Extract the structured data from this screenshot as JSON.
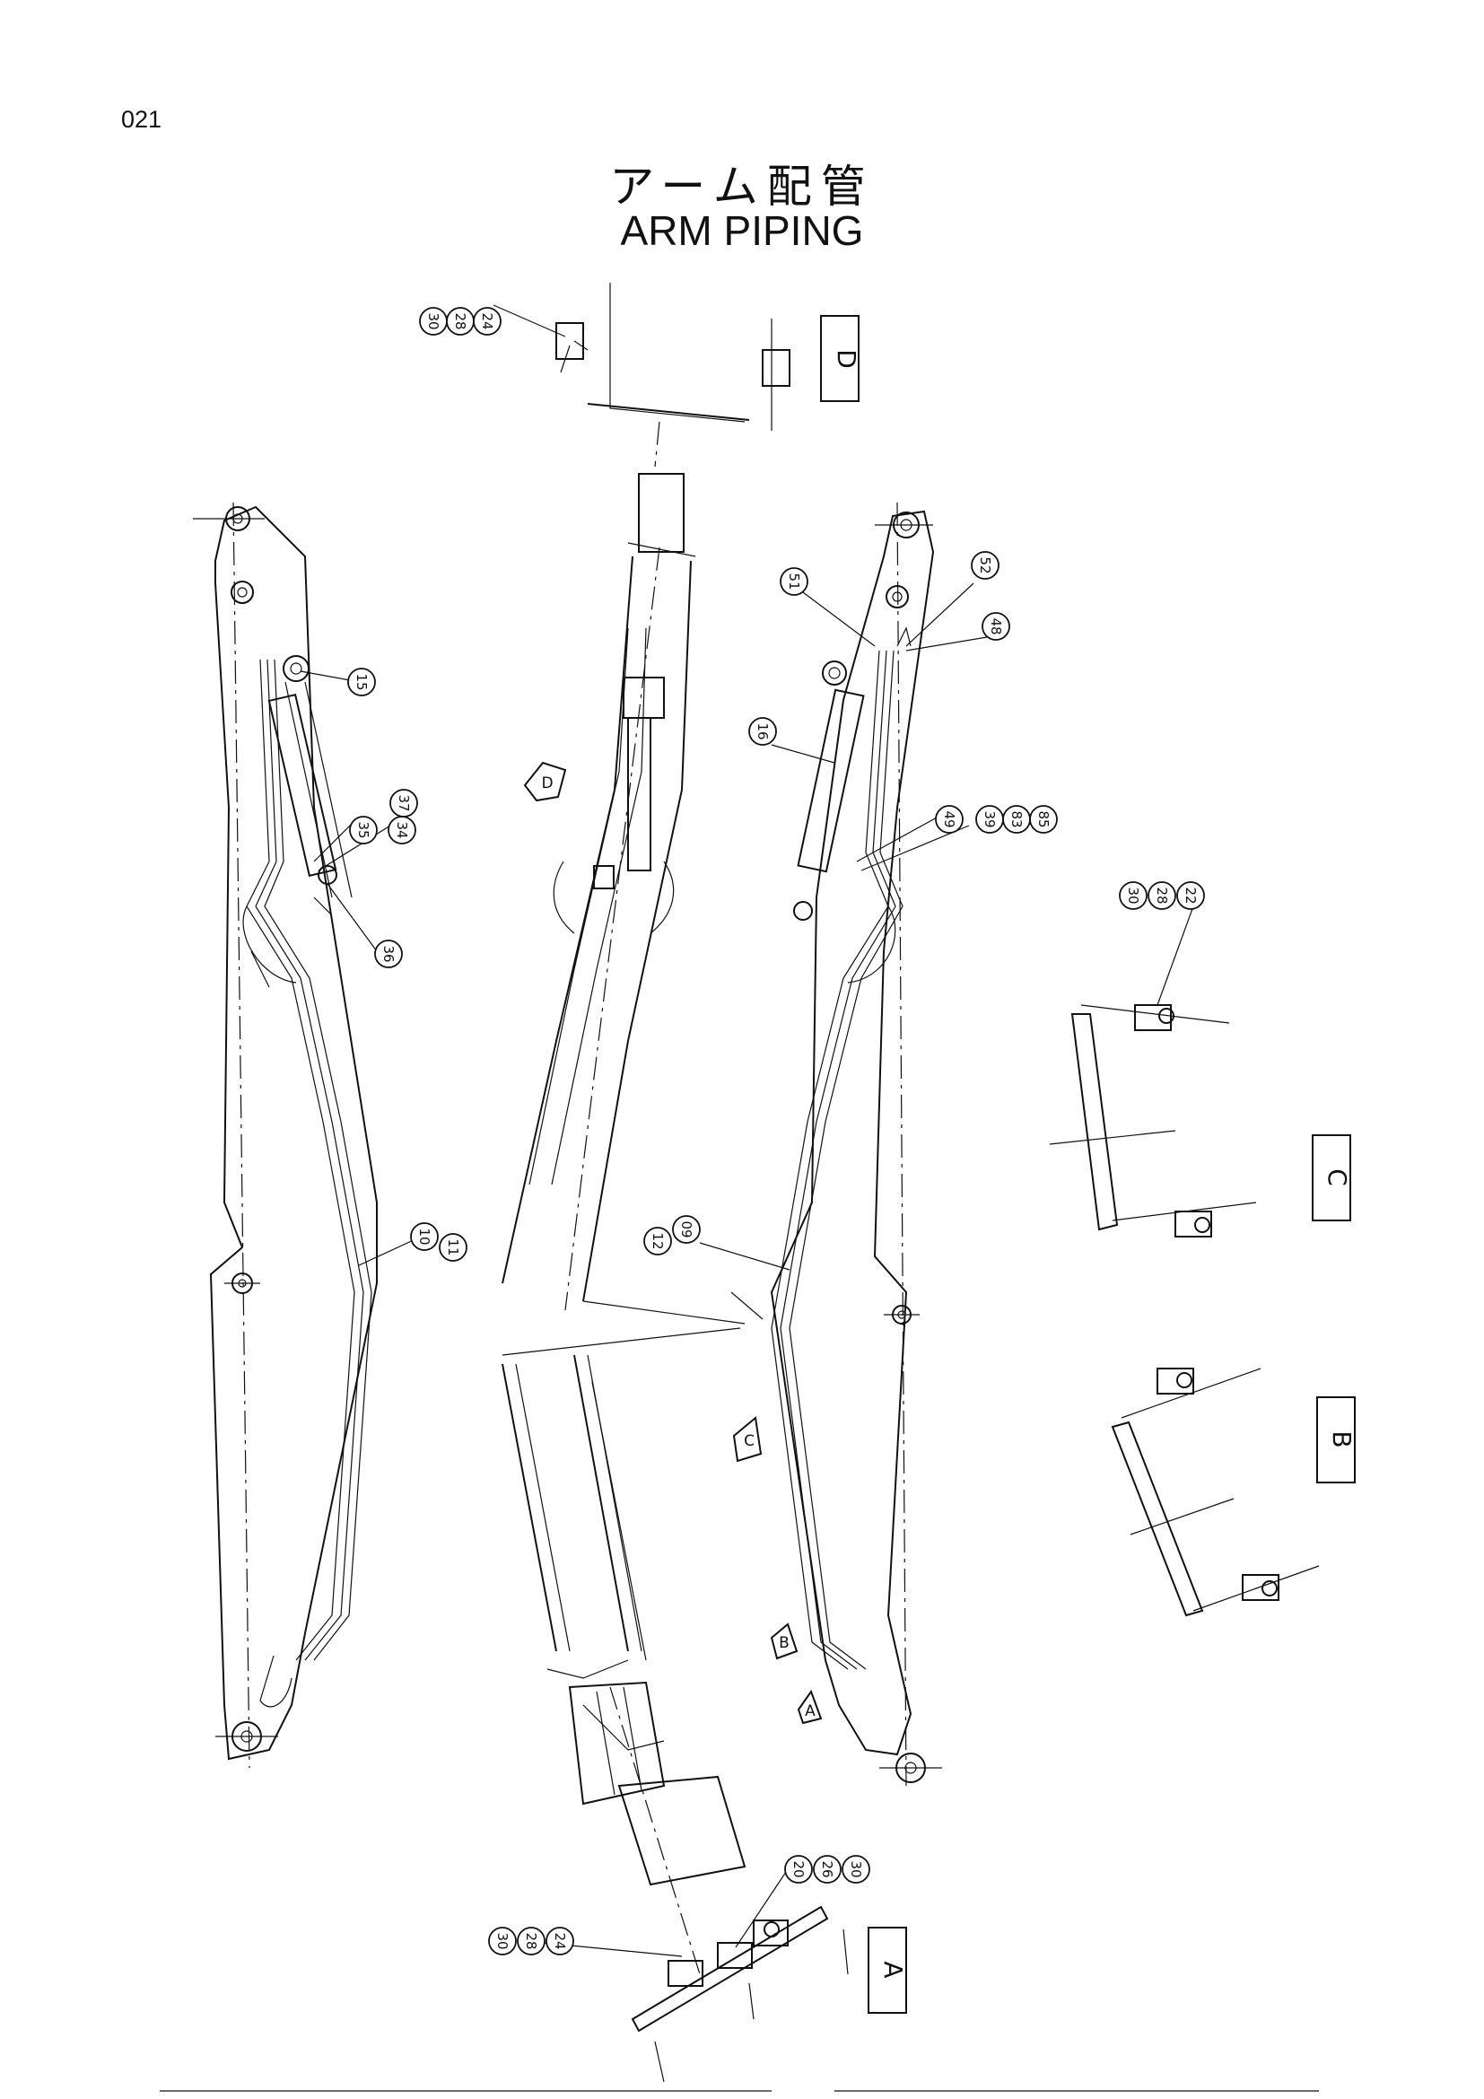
{
  "page": {
    "number": "021"
  },
  "title": {
    "japanese": "アーム配管",
    "english": "ARM PIPING"
  },
  "views": [
    "D",
    "C",
    "B",
    "A"
  ],
  "section_arrows": [
    "D",
    "C",
    "B",
    "A"
  ],
  "callouts": [
    "30",
    "28",
    "24",
    "15",
    "35",
    "34",
    "37",
    "36",
    "10",
    "11",
    "51",
    "52",
    "48",
    "16",
    "49",
    "39",
    "83",
    "85",
    "12",
    "09",
    "30",
    "28",
    "22",
    "20",
    "26",
    "30",
    "30",
    "28",
    "24"
  ]
}
